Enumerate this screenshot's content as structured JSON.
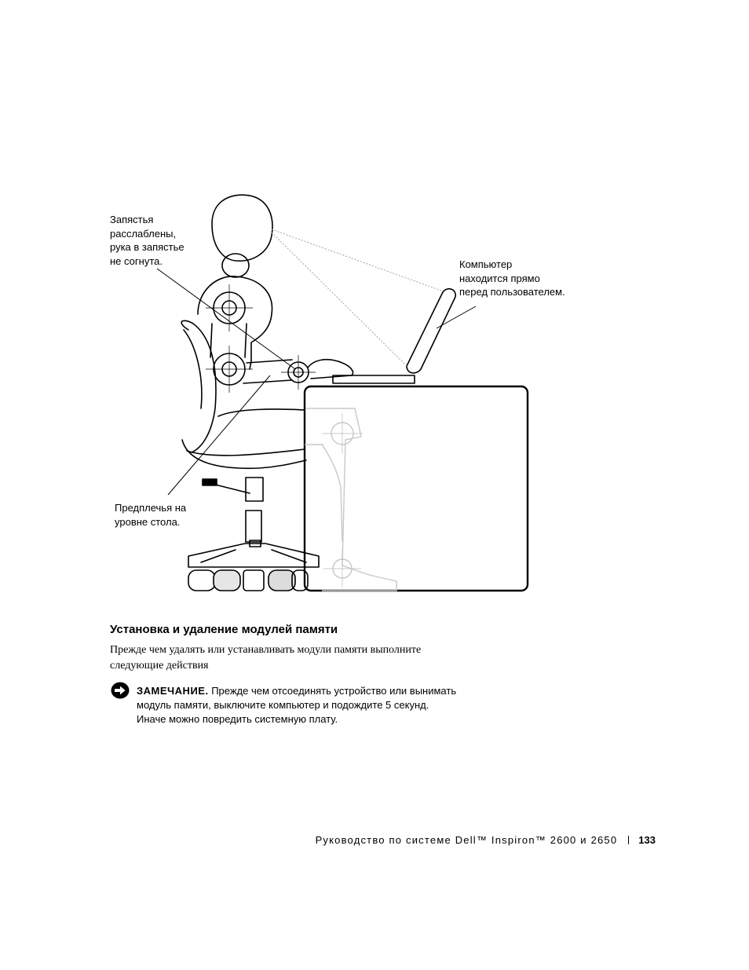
{
  "illustration": {
    "label_wrists": "Запястья\nрасслаблены,\nрука в запястье\nне согнута.",
    "label_computer": "Компьютер\nнаходится прямо\nперед пользователем.",
    "label_forearms": "Предплечья на\nуровне стола."
  },
  "section": {
    "heading": "Установка и удаление модулей памяти",
    "body": "Прежде чем удалять или устанавливать модули памяти  выполните\nследующие действия"
  },
  "notice": {
    "icon": "notice-arrow-icon",
    "label": "ЗАМЕЧАНИЕ.",
    "text": " Прежде чем отсоединять устройство или вынимать\nмодуль памяти, выключите компьютер и подождите 5 секунд.\nИначе можно повредить системную плату."
  },
  "footer": {
    "title": "Руководство по системе Dell™ Inspiron™ 2600 и 2650",
    "page_number": "133"
  }
}
